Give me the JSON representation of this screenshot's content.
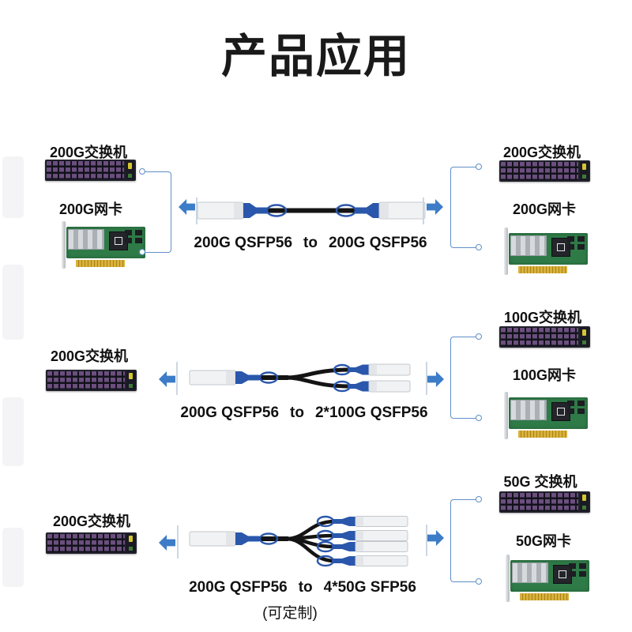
{
  "title": "产品应用",
  "footnote": "(可定制)",
  "rows": [
    {
      "left": {
        "switch_label": "200G交换机",
        "nic_label": "200G网卡"
      },
      "cable": {
        "left": "200G QSFP56",
        "to": "to",
        "right": "200G QSFP56",
        "split": 1
      },
      "right": {
        "switch_label": "200G交换机",
        "nic_label": "200G网卡"
      }
    },
    {
      "left": {
        "switch_label": "200G交换机"
      },
      "cable": {
        "left": "200G QSFP56",
        "to": "to",
        "right": "2*100G QSFP56",
        "split": 2
      },
      "right": {
        "switch_label": "100G交换机",
        "nic_label": "100G网卡"
      }
    },
    {
      "left": {
        "switch_label": "200G交换机"
      },
      "cable": {
        "left": "200G QSFP56",
        "to": "to",
        "right": "4*50G SFP56",
        "split": 4
      },
      "right": {
        "switch_label": "50G 交换机",
        "nic_label": "50G网卡"
      }
    }
  ],
  "colors": {
    "arrow_blue": "#3d7cc7",
    "bracket_blue": "#5f8fc7",
    "cable_boot_blue": "#2a57ab",
    "wire_black": "#141414",
    "switch_body": "#20202b",
    "switch_ports_purple": "#6b4f7e",
    "pcb_green": "#2f7b48",
    "gold_fingers": "#c9992d",
    "text": "#111111"
  }
}
